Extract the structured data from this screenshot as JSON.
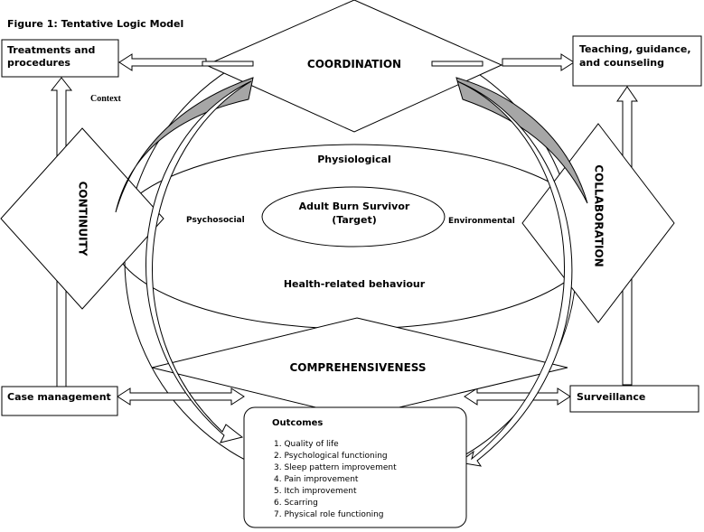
{
  "figure_title": "Figure 1: Tentative Logic Model",
  "boxes": {
    "treatments": [
      "Treatments and",
      "procedures"
    ],
    "teaching": [
      "Teaching, guidance,",
      "and counseling"
    ],
    "case_management": "Case management",
    "surveillance": "Surveillance"
  },
  "diamonds": {
    "coordination": "COORDINATION",
    "continuity": "CONTINUITY",
    "collaboration": "COLLABORATION",
    "comprehensiveness": "COMPREHENSIVENESS"
  },
  "context_label": "Context",
  "center": {
    "target": [
      "Adult Burn Survivor",
      "(Target)"
    ],
    "physiological": "Physiological",
    "psychosocial": "Psychosocial",
    "environmental": "Environmental",
    "health_behaviour": "Health-related behaviour"
  },
  "outcomes": {
    "title": "Outcomes",
    "items": [
      "1.   Quality of life",
      "2.   Psychological functioning",
      "3.   Sleep pattern improvement",
      "4.   Pain improvement",
      "5.   Itch improvement",
      "6.   Scarring",
      "7.   Physical role functioning"
    ]
  },
  "colors": {
    "line": "#000000",
    "fill": "#ffffff",
    "shade": "#a6a6a6"
  }
}
